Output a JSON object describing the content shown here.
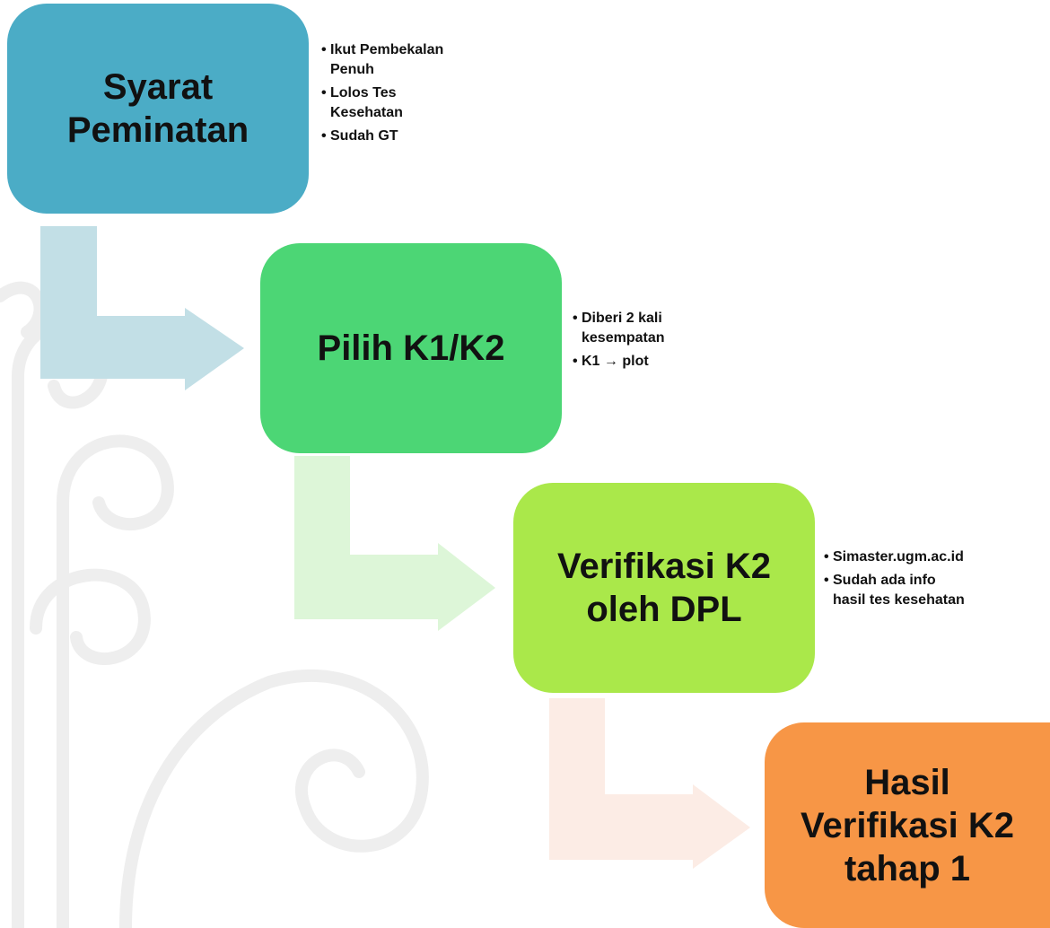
{
  "steps": [
    {
      "id": "syarat-peminatan",
      "title": "Syarat\nPeminatan",
      "color": "#4BACC6",
      "notes": [
        "Ikut Pembekalan\nPenuh",
        "Lolos Tes\nKesehatan",
        "Sudah GT"
      ]
    },
    {
      "id": "pilih-k1-k2",
      "title": "Pilih K1/K2",
      "color": "#4CD675",
      "notes": [
        "Diberi 2 kali\nkesempatan",
        "K1 → plot"
      ]
    },
    {
      "id": "verifikasi-k2-oleh-dpl",
      "title": "Verifikasi K2\noleh DPL",
      "color": "#AAE84A",
      "notes": [
        "Simaster.ugm.ac.id",
        "Sudah ada info\nhasil tes kesehatan"
      ]
    },
    {
      "id": "hasil-verifikasi-k2",
      "title": "Hasil\nVerifikasi K2\ntahap 1",
      "color": "#F79646",
      "notes": []
    }
  ],
  "connectors": [
    {
      "from": "syarat-peminatan",
      "to": "pilih-k1-k2",
      "color": "#C2DFE6"
    },
    {
      "from": "pilih-k1-k2",
      "to": "verifikasi-k2-oleh-dpl",
      "color": "#DDF6D8"
    },
    {
      "from": "verifikasi-k2-oleh-dpl",
      "to": "hasil-verifikasi-k2",
      "color": "#FCECE5"
    }
  ]
}
